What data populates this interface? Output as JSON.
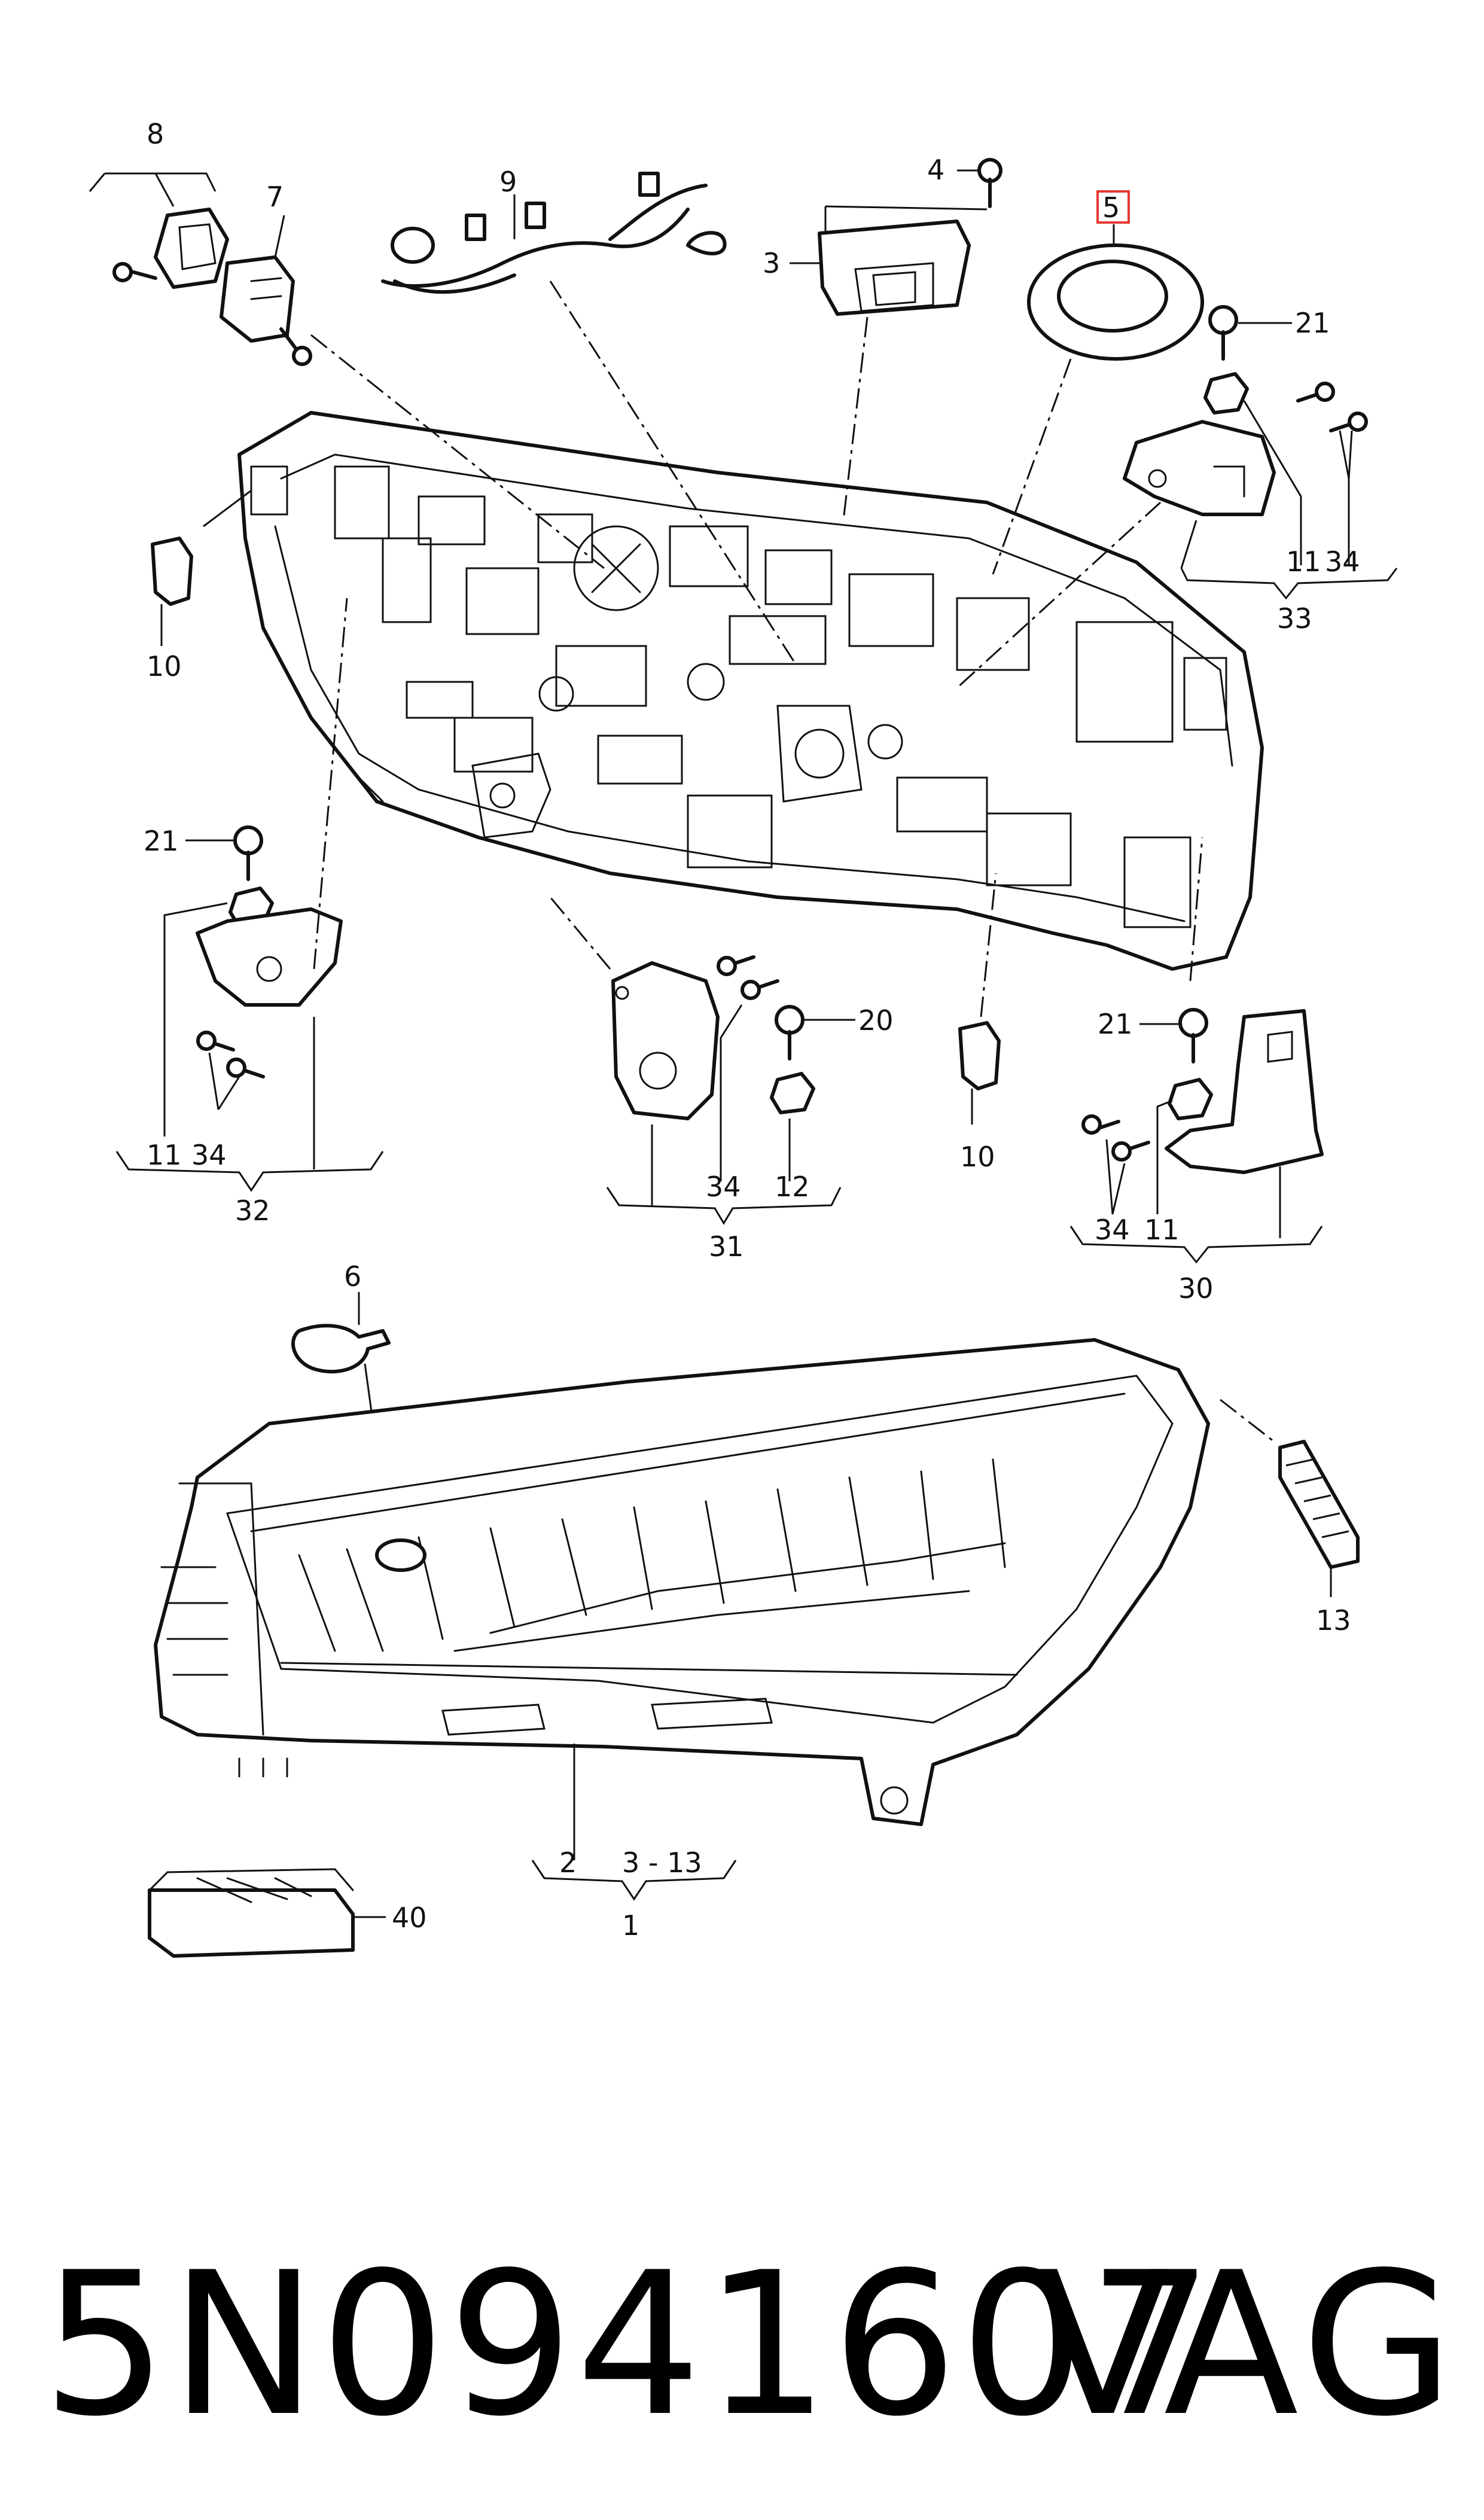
{
  "callouts": {
    "c1": "1",
    "c2": "2",
    "c3": "3",
    "c3_13": "3 - 13",
    "c4": "4",
    "c5": "5",
    "c6": "6",
    "c7": "7",
    "c8": "8",
    "c9": "9",
    "c10a": "10",
    "c10b": "10",
    "c11a": "11",
    "c11b": "11",
    "c11c": "11",
    "c12": "12",
    "c13": "13",
    "c20": "20",
    "c21a": "21",
    "c21b": "21",
    "c21c": "21",
    "c30": "30",
    "c31": "31",
    "c32": "32",
    "c33": "33",
    "c34a": "34",
    "c34b": "34",
    "c34c": "34",
    "c34d": "34",
    "c40": "40"
  },
  "highlight_color": "#e53935",
  "footer": {
    "part_number": "5N0941607",
    "brand": "VAG"
  }
}
